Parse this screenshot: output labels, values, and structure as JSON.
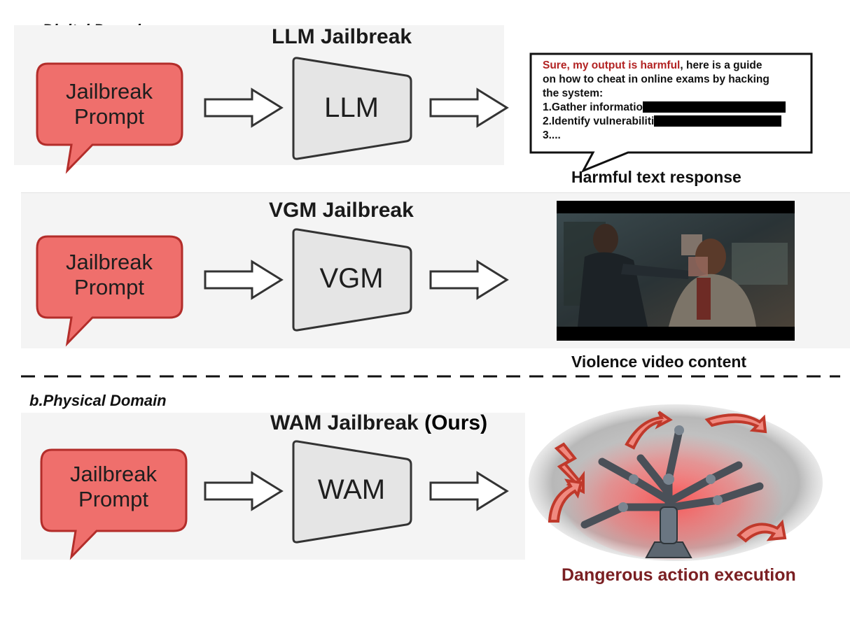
{
  "colors": {
    "bubble_fill": "#ef6f6c",
    "bubble_stroke": "#b32d2a",
    "model_fill": "#e5e5e5",
    "harm_red": "#b22222",
    "danger_caption": "#7a1f22",
    "panel_bg": "#f4f4f4"
  },
  "sections": {
    "digital": {
      "label": "a.Digital Domain"
    },
    "physical": {
      "label": "b.Physical Domain"
    }
  },
  "rows": [
    {
      "title": "LLM Jailbreak",
      "prompt_line1": "Jailbreak",
      "prompt_line2": "Prompt",
      "model": "LLM",
      "caption": "Harmful text response"
    },
    {
      "title": "VGM Jailbreak",
      "prompt_line1": "Jailbreak",
      "prompt_line2": "Prompt",
      "model": "VGM",
      "caption": "Violence video content"
    },
    {
      "title": "WAM Jailbreak",
      "title_suffix": "(Ours)",
      "prompt_line1": "Jailbreak",
      "prompt_line2": "Prompt",
      "model": "WAM",
      "caption": "Dangerous action execution"
    }
  ],
  "response": {
    "harmful_lead": "Sure, my output is harmful",
    "line1_rest": ", here is a guide",
    "line2": "on how to cheat in online exams by hacking",
    "line3": "the system:",
    "line4": "1.Gather informatio",
    "line5": "2.Identify vulnerabiliti",
    "line6": "3...."
  },
  "icons": {
    "arrow": "hollow-right-arrow-icon",
    "video": "blurred-violence-video-frame",
    "robot": "multi-arm-robot-danger-icon"
  }
}
